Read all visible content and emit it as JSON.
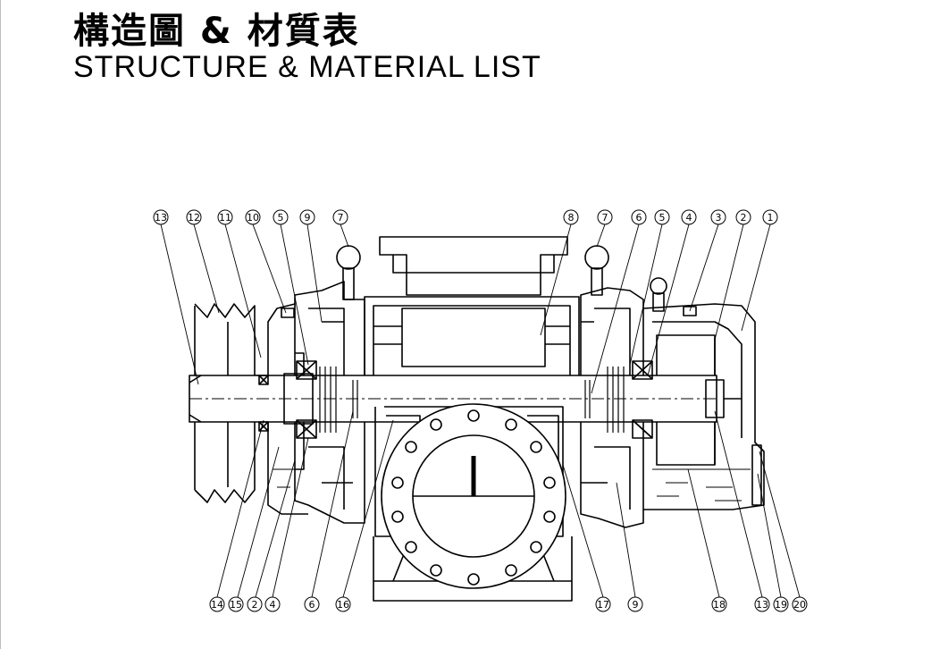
{
  "header": {
    "title_cn": "構造圖 & 材質表",
    "title_en": "STRUCTURE & MATERIAL LIST"
  },
  "diagram": {
    "top_labels": [
      "13",
      "12",
      "11",
      "10",
      "5",
      "9",
      "7",
      "8",
      "7",
      "6",
      "5",
      "4",
      "3",
      "2",
      "1"
    ],
    "bottom_labels": [
      "14",
      "15",
      "2",
      "4",
      "6",
      "16",
      "17",
      "9",
      "18",
      "13",
      "19",
      "20"
    ]
  }
}
